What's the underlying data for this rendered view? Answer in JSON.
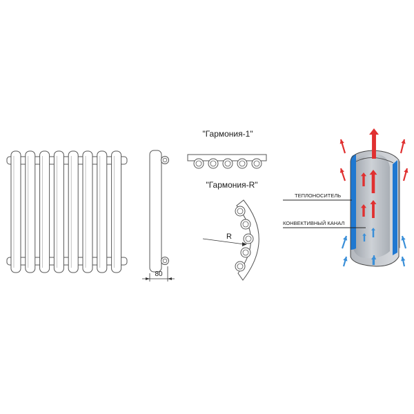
{
  "dimension_label": "80",
  "model_1_label": "\"Гармония-1\"",
  "model_r_label": "\"Гармония-R\"",
  "radius_label": "R",
  "heat_carrier_label": "ТЕПЛОНОСИТЕЛЬ",
  "convection_channel_label": "КОНВЕКТИВНЫЙ КАНАЛ",
  "colors": {
    "outline": "#555555",
    "hot_arrow": "#e03030",
    "cold_arrow": "#3a8fd8",
    "wall_blue": "#1f78d1",
    "tube_gray": "#b8bcc2"
  },
  "radiator": {
    "section_count": 8
  }
}
